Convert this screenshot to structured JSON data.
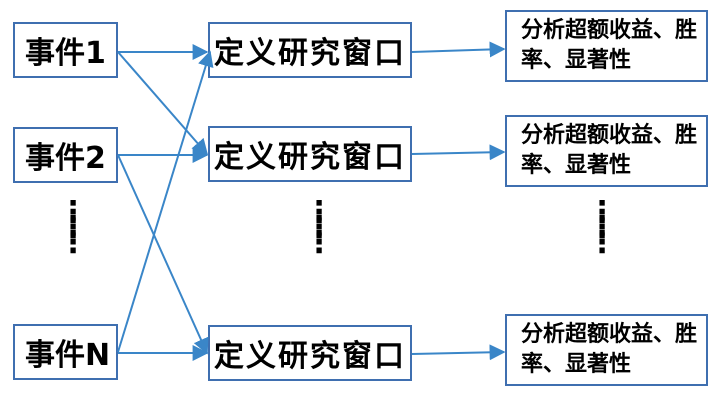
{
  "events": [
    "事件1",
    "事件2",
    "事件N"
  ],
  "window_label": "定义研究窗口",
  "result_label": "分析超额收益、胜率、显著性",
  "ellipsis": "⋮",
  "colors": {
    "border": "#3f6fb0",
    "arrow": "#3a86c8"
  }
}
